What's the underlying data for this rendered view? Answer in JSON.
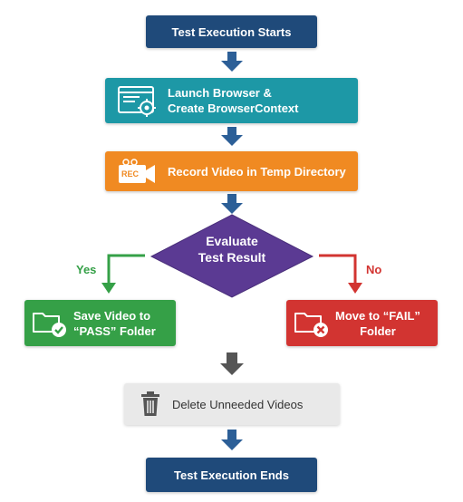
{
  "flowchart": {
    "start": "Test Execution Starts",
    "launch": [
      "Launch Browser &",
      "Create BrowserContext"
    ],
    "record": "Record Video in Temp Directory",
    "decision": [
      "Evaluate",
      "Test Result"
    ],
    "yes_label": "Yes",
    "no_label": "No",
    "pass": [
      "Save Video to",
      "“PASS” Folder"
    ],
    "fail": [
      "Move to “FAIL”",
      "Folder"
    ],
    "rec_badge": "REC",
    "delete": "Delete Unneeded Videos",
    "end": "Test Execution Ends"
  },
  "colors": {
    "navy": "#1f4a7a",
    "teal": "#1d98a6",
    "orange": "#f08a22",
    "purple": "#5b3a93",
    "green": "#35a047",
    "red": "#d23431",
    "gray": "#e9e9e9",
    "arrow_blue": "#2c5f97",
    "arrow_gray": "#555555"
  },
  "icons": {
    "launch": "browser-gear-icon",
    "record": "video-camera-icon",
    "pass": "folder-check-icon",
    "fail": "folder-x-icon",
    "delete": "trash-icon"
  }
}
